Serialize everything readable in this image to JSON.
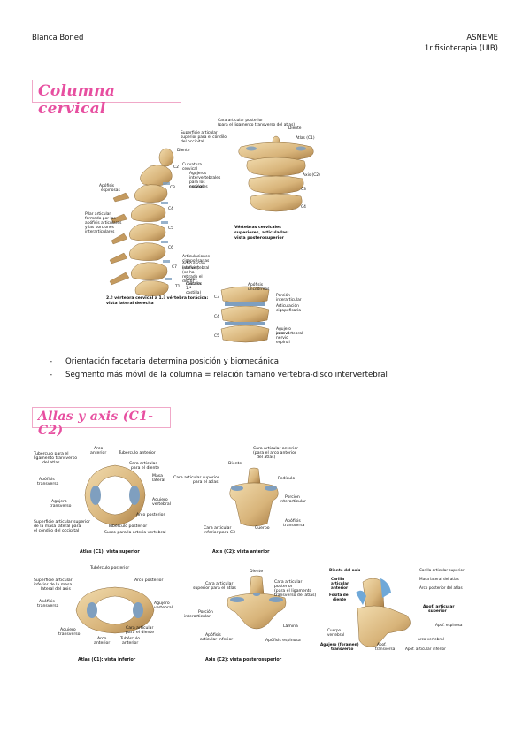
{
  "header": {
    "author": "Blanca Boned",
    "org": "ASNEME",
    "course": "1r fisioterapia (UIB)"
  },
  "section1": {
    "title": "Columna cervical",
    "fig_lateral": {
      "caption_line1": "2.ª vértebra cervical a 1.ª vértebra torácica:",
      "caption_line2": "vista lateral derecha",
      "labels": [
        "Diente",
        "Curvatura cervical",
        "Agujeros",
        "intervertebrales",
        "para los nervios",
        "espinales",
        "Apófisis",
        "espinosas",
        "Pilar articular",
        "formado por las",
        "apófisis articulares",
        "y las porciones",
        "interarticulares",
        "Articulaciones cigapofisarias",
        "Articulación intervertebral",
        "(sínfisis) (se ha retirado el disco)",
        "Caras costales",
        "(para la 1.ª costilla)"
      ],
      "levels": [
        "C2",
        "C3",
        "C4",
        "C5",
        "C6",
        "C7",
        "T1"
      ]
    },
    "fig_posterior": {
      "labels": [
        "Cara articular posterior",
        "(para el ligamento transverso del atlas)",
        "Superficie articular",
        "superior para el cóndilo",
        "del occipital",
        "Diente",
        "Atlas (C1)",
        "Axis (C2)",
        "C3",
        "C4"
      ],
      "caption_line1": "Vértebras cervicales",
      "caption_line2": "superiores, articuladas:",
      "caption_line3": "vista posterosuperior"
    },
    "fig_small": {
      "labels": [
        "Apófisis unciformes",
        "Porción interarticular",
        "Articulación",
        "cigapofisaria",
        "Agujero intervertebral",
        "para el nervio espinal"
      ],
      "levels": [
        "C3",
        "C4",
        "C5"
      ]
    },
    "bullets": [
      "Orientación facetaria determina posición y biomecánica",
      "Segmento más móvil de la columna = relación tamaño vertebra-disco intervertebral"
    ]
  },
  "section2": {
    "title": "Allas y axis (C1-C2)",
    "atlas_sup": {
      "caption": "Atlas (C1): vista superior",
      "labels": [
        "Tubérculo para el",
        "ligamento transverso",
        "del atlas",
        "Arco",
        "anterior",
        "Tubérculo anterior",
        "Cara articular",
        "para el diente",
        "Masa",
        "lateral",
        "Apófisis",
        "transversa",
        "Agujero",
        "transverso",
        "Agujero",
        "vertebral",
        "Arco posterior",
        "Superficie articular superior",
        "de la masa lateral para",
        "el cóndilo del occipital",
        "Tubérculo posterior",
        "Surco para la arteria vertebral"
      ]
    },
    "axis_ant": {
      "caption": "Axis (C2): vista anterior",
      "labels": [
        "Cara articular anterior",
        "(para el arco anterior",
        "del atlas)",
        "Diente",
        "Cara articular superior",
        "para el atlas",
        "Pedículo",
        "Porción",
        "interarticular",
        "Cara articular",
        "inferior para C3",
        "Cuerpo",
        "Apófisis",
        "transversa"
      ]
    },
    "atlas_inf": {
      "caption": "Atlas (C1): vista inferior",
      "labels": [
        "Tubérculo posterior",
        "Superficie articular",
        "inferior de la masa",
        "lateral del axis",
        "Arco posterior",
        "Apófisis",
        "transversa",
        "Agujero",
        "vertebral",
        "Agujero",
        "transverso",
        "Arco",
        "anterior",
        "Tubérculo",
        "anterior",
        "Cara articular",
        "para el diente"
      ]
    },
    "axis_post": {
      "caption": "Axis (C2): vista posterosuperior",
      "labels": [
        "Diente",
        "Cara articular",
        "superior para el atlas",
        "Cara articular",
        "posterior",
        "(para el ligamento",
        "transverso del atlas)",
        "Porción",
        "interarticular",
        "Apófisis",
        "articular inferior",
        "Apófisis espinosa",
        "Lámina"
      ]
    },
    "axis_lat": {
      "labels": [
        "Diente del axis",
        "Carilla",
        "articular",
        "anterior",
        "Fosita del",
        "diente",
        "Carilla articular superior",
        "Masa lateral del atlas",
        "Arco posterior del atlas",
        "Apof. articular",
        "superior",
        "Apof. espinosa",
        "Cuerpo",
        "vertebral",
        "Agujero (foramen)",
        "transverso",
        "Apof.",
        "transversa",
        "Apof. articular inferior",
        "Arco vertebral"
      ]
    }
  }
}
